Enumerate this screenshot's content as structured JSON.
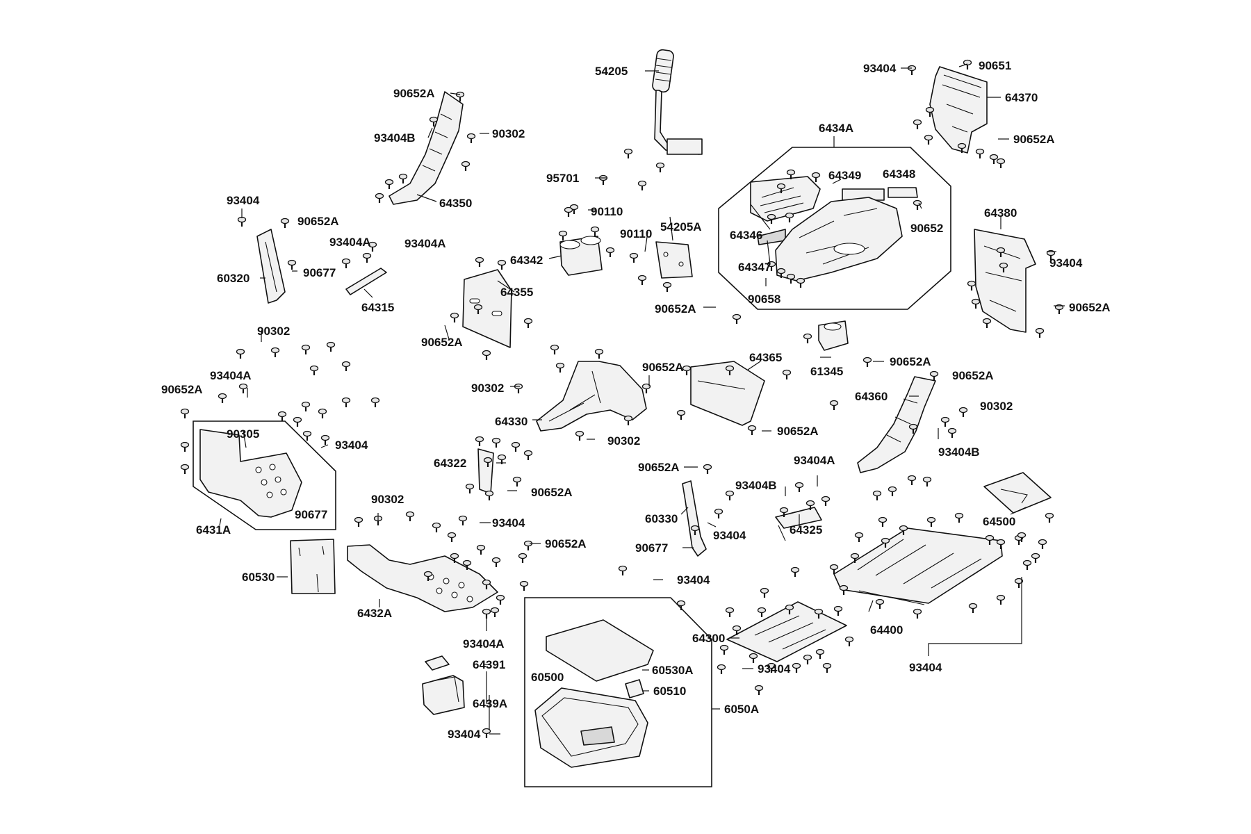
{
  "diagram": {
    "labels": [
      "54205",
      "93404",
      "90651",
      "64370",
      "90652A",
      "93404B",
      "90302",
      "90652A",
      "64350",
      "95701",
      "6434A",
      "64349",
      "64348",
      "90652",
      "93404",
      "90652A",
      "60320",
      "93404A",
      "93404A",
      "90677",
      "64315",
      "90110",
      "90110",
      "54205A",
      "64342",
      "64346",
      "64347",
      "90658",
      "90652A",
      "64355",
      "90652A",
      "64380",
      "93404",
      "90652A",
      "90302",
      "93404A",
      "90652A",
      "90305",
      "93404",
      "90677",
      "6431A",
      "90302",
      "90652A",
      "64330",
      "90302",
      "64365",
      "90652A",
      "61345",
      "90652A",
      "90652A",
      "64360",
      "90302",
      "93404B",
      "64322",
      "90652A",
      "90652A",
      "93404A",
      "93404B",
      "60330",
      "93404",
      "64325",
      "90677",
      "93404",
      "64500",
      "90302",
      "93404",
      "90652A",
      "60530",
      "6432A",
      "93404A",
      "64391",
      "6439A",
      "93404",
      "60500",
      "60530A",
      "60510",
      "6050A",
      "64300",
      "93404",
      "64400",
      "93404"
    ]
  }
}
